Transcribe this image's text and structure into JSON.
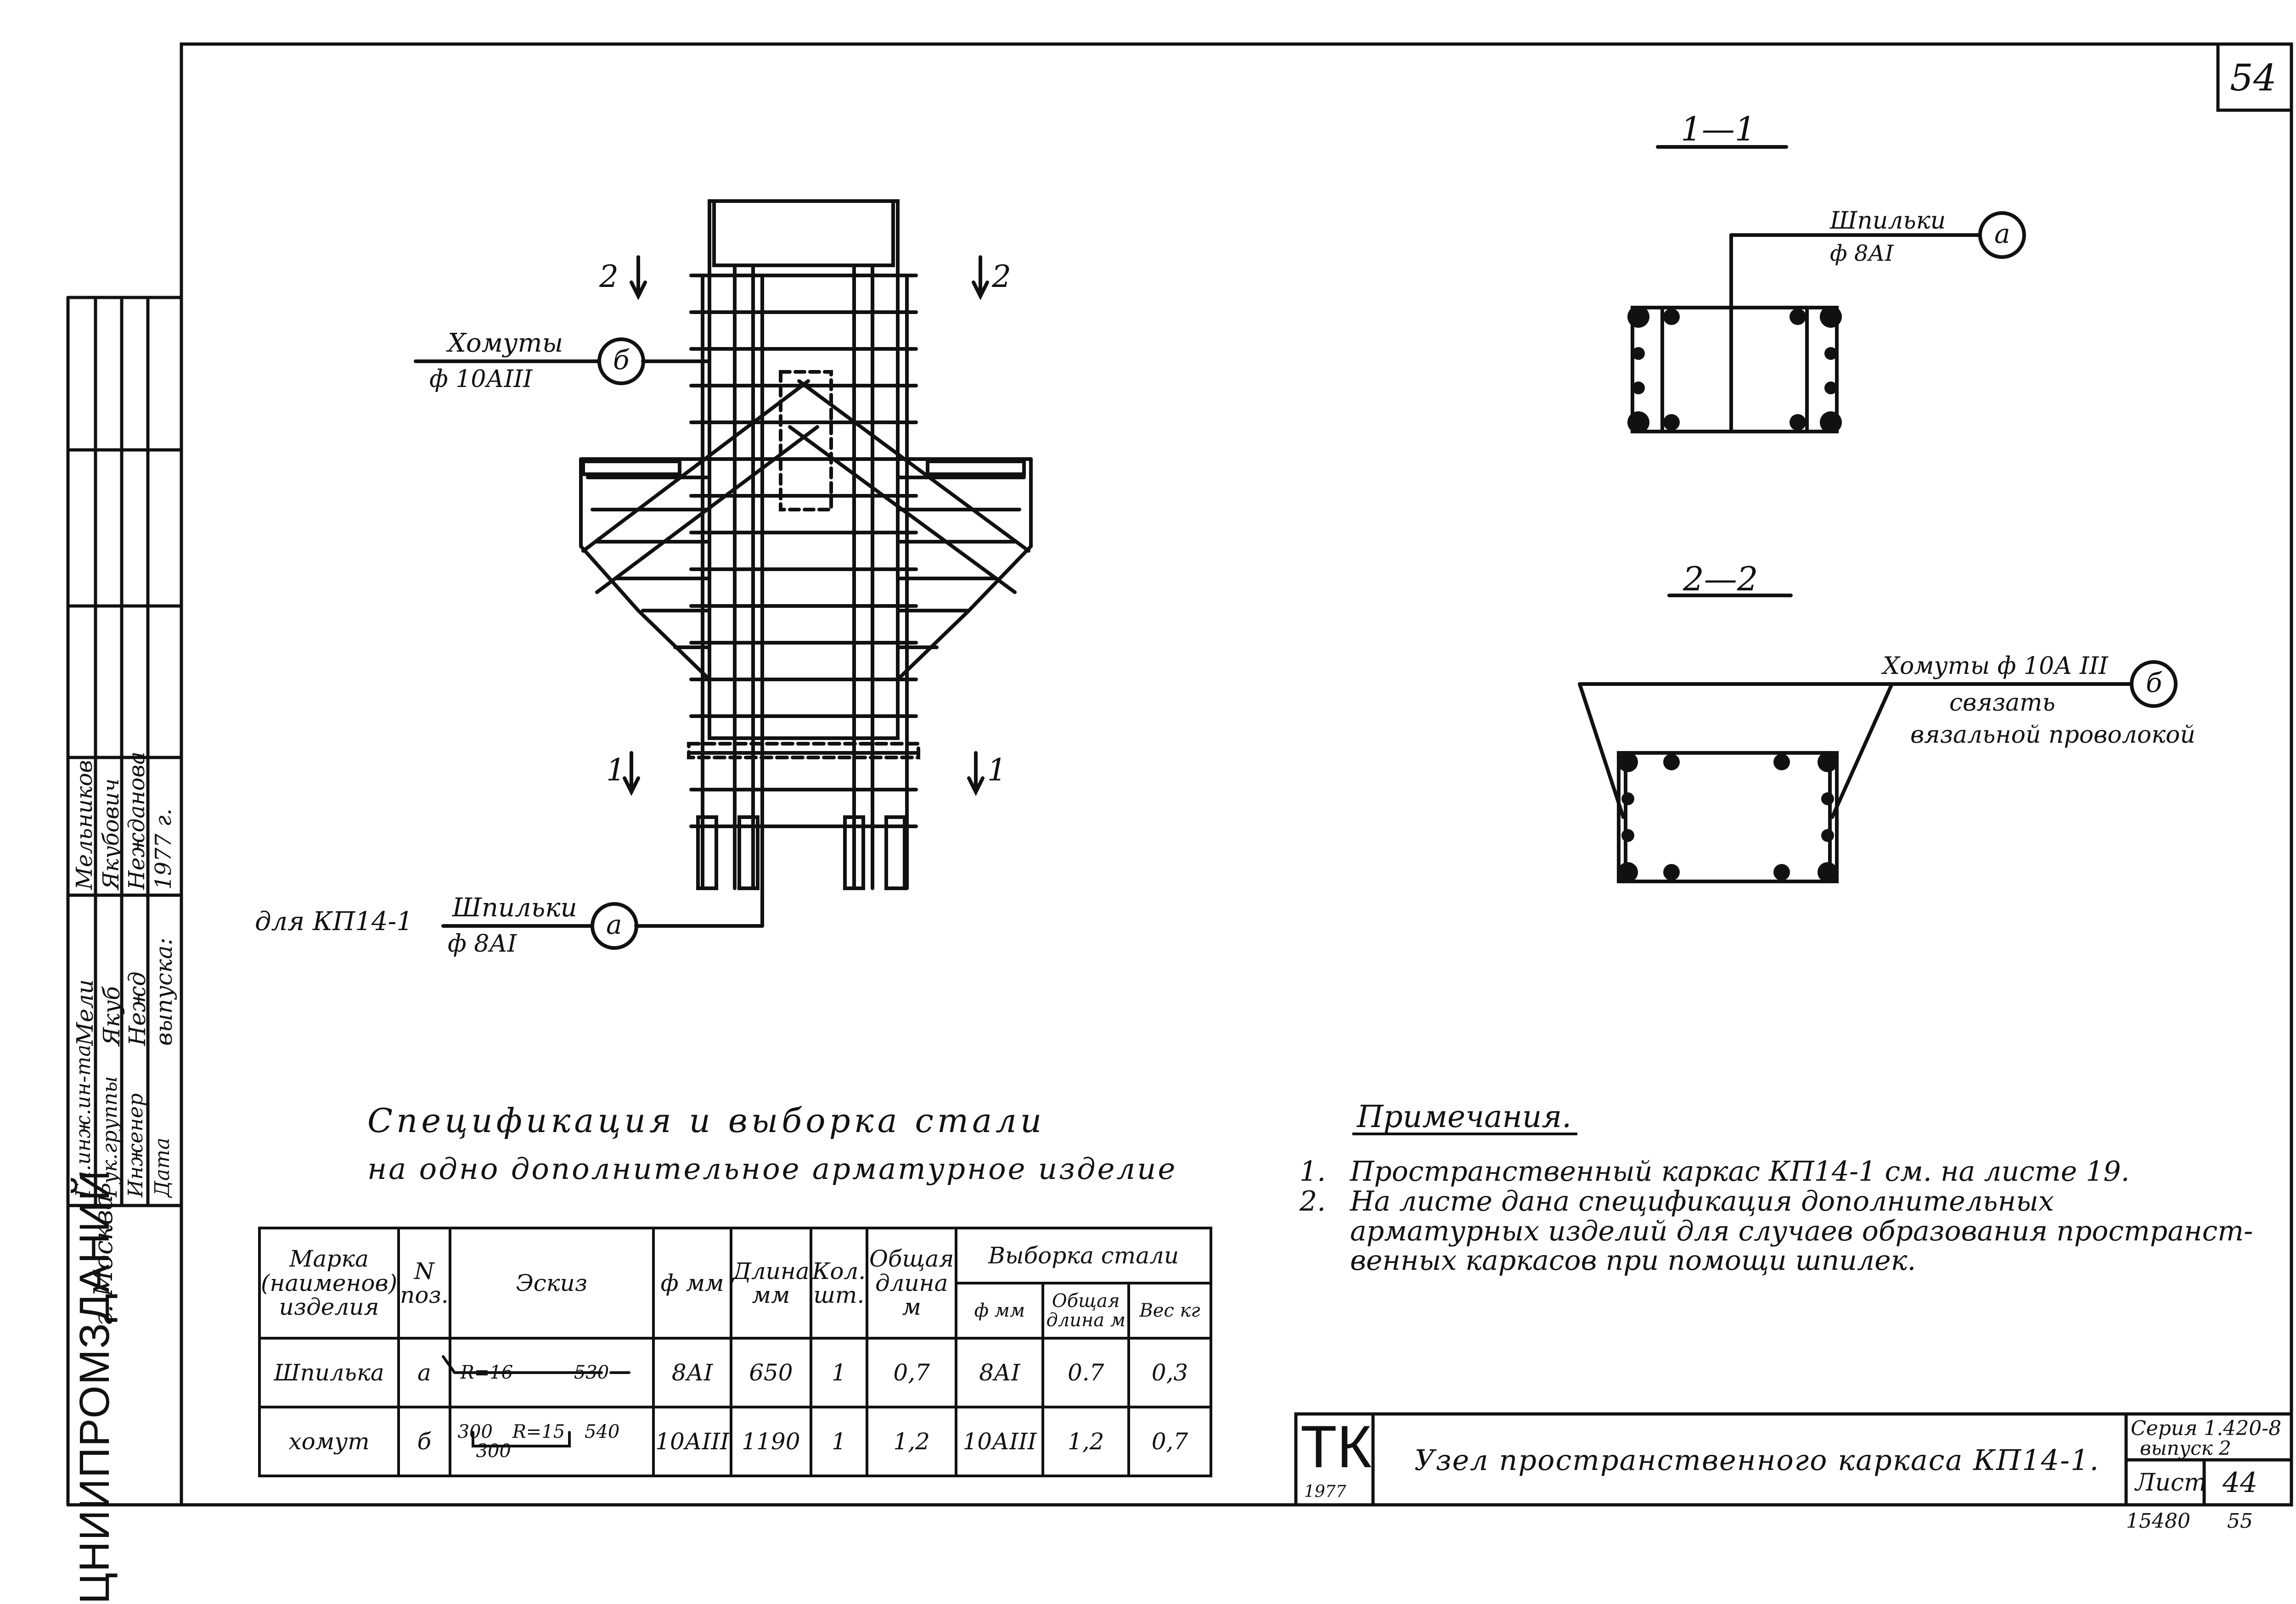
{
  "sheet": {
    "page_number": "54",
    "bottom_numbers": [
      "15480",
      "55"
    ]
  },
  "side_stamp": {
    "organization": "ЦНИИПРОМЗДАНИЙ",
    "city": "г. Москва",
    "rows": [
      {
        "role": "Гл.инж.ин-та",
        "signature": "Мели",
        "name": "Мельников"
      },
      {
        "role": "Рук.группы",
        "signature": "Якуб",
        "name": "Якубович"
      },
      {
        "role": "Инженер",
        "signature": "Нежд",
        "name": "Нежданова"
      },
      {
        "role": "Дата",
        "signature": "выпуска:",
        "name": "1977 г."
      }
    ]
  },
  "main_view": {
    "section_marks": {
      "top_left": "2",
      "top_right": "2",
      "bottom_left": "1",
      "bottom_right": "1"
    },
    "callout_b": {
      "title": "Хомуты",
      "spec": "ф 10АIII",
      "marker": "б"
    },
    "callout_a": {
      "prefix": "для КП14-1",
      "title": "Шпильки",
      "spec": "ф 8АI",
      "marker": "а"
    }
  },
  "section_1": {
    "title": "1—1",
    "callout": {
      "title": "Шпильки",
      "spec": "ф 8АI",
      "marker": "а"
    }
  },
  "section_2": {
    "title": "2—2",
    "callout": {
      "title": "Хомуты ф 10А III",
      "marker": "б",
      "note_line1": "связать",
      "note_line2": "вязальной проволокой"
    }
  },
  "spec_title": {
    "line1": "Спецификация и выборка стали",
    "line2": "на одно дополнительное арматурное изделие"
  },
  "spec_table": {
    "headers": {
      "mark": "Марка (наименов) изделия",
      "pos": "N поз.",
      "sketch": "Эскиз",
      "dia": "ф мм",
      "length": "Длина мм",
      "qty": "Кол. шт.",
      "total": "Общая длина м",
      "selection": "Выборка стали",
      "sel_dia": "ф мм",
      "sel_total": "Общая длина м",
      "sel_weight": "Вес кг"
    },
    "rows": [
      {
        "mark": "Шпилька",
        "pos": "а",
        "sketch": [
          "R=16",
          "530"
        ],
        "dia": "8АI",
        "length": "650",
        "qty": "1",
        "total": "0,7",
        "sel_dia": "8АI",
        "sel_total": "0.7",
        "sel_weight": "0,3"
      },
      {
        "mark": "хомут",
        "pos": "б",
        "sketch": [
          "300",
          "R=15",
          "540",
          "300"
        ],
        "dia": "10АIII",
        "length": "1190",
        "qty": "1",
        "total": "1,2",
        "sel_dia": "10АIII",
        "sel_total": "1,2",
        "sel_weight": "0,7"
      }
    ]
  },
  "notes": {
    "title": "Примечания.",
    "items": [
      {
        "num": "1.",
        "lines": [
          "Пространственный каркас КП14-1 см. на листе 19."
        ]
      },
      {
        "num": "2.",
        "lines": [
          "На листе дана спецификация дополнительных",
          "арматурных изделий для случаев образования пространст-",
          "венных каркасов при помощи шпилек."
        ]
      }
    ]
  },
  "title_block": {
    "logo": "ТК",
    "year": "1977",
    "title": "Узел пространственного каркаса КП14-1.",
    "series": "Серия 1.420-8",
    "issue": "выпуск 2",
    "sheet_label": "Лист",
    "sheet_no": "44"
  }
}
